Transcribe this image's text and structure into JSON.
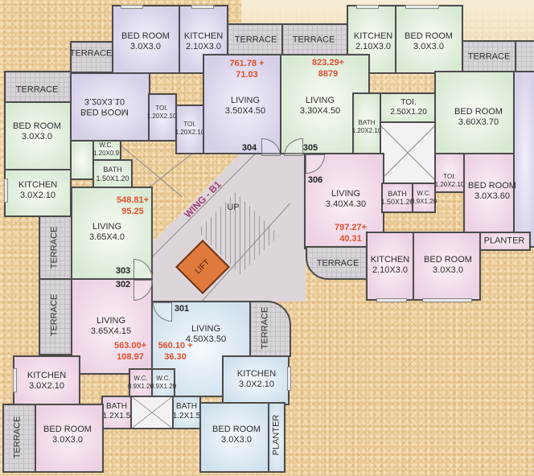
{
  "building": {
    "wing_label": "WING - B1",
    "stair_label": "UP",
    "lift_label": "LIFT",
    "accent_color": "#e0502d",
    "wing_color": "#a63a74",
    "lift_color": "#e07a3c"
  },
  "units": [
    {
      "number": "304",
      "area": "761.78 +\n71.03",
      "area_line1": "761.78 +",
      "area_line2": "71.03",
      "color": "purple",
      "rooms": [
        {
          "name": "BED ROOM",
          "size": "3.0X3.0"
        },
        {
          "name": "KITCHEN",
          "size": "2.10X3.0"
        },
        {
          "name": "TERRACE",
          "size": ""
        },
        {
          "name": "TERRACE",
          "size": ""
        },
        {
          "name": "BED ROOM",
          "size": "3.20X3.10",
          "mirrored": true
        },
        {
          "name": "TOI.",
          "size": "1.20X2.10"
        },
        {
          "name": "TOI.",
          "size": "1.20X2.10"
        },
        {
          "name": "LIVING",
          "size": "3.50X4.50"
        }
      ]
    },
    {
      "number": "305",
      "area_line1": "823.29+",
      "area_line2": "8879",
      "color": "green",
      "rooms": [
        {
          "name": "TERRACE",
          "size": ""
        },
        {
          "name": "KITCHEN",
          "size": "2.10X3.0"
        },
        {
          "name": "BED ROOM",
          "size": "3.0X3.0"
        },
        {
          "name": "TERRACE",
          "size": ""
        },
        {
          "name": "LIVING",
          "size": "3.30X4.50"
        },
        {
          "name": "BATH",
          "size": "1.20X2.10"
        },
        {
          "name": "TOI.",
          "size": "2.50X1.20"
        },
        {
          "name": "BED ROOM",
          "size": "3.60X3.70"
        }
      ]
    },
    {
      "number": "306",
      "area_line1": "797.27+",
      "area_line2": "40.31",
      "color": "pink",
      "rooms": [
        {
          "name": "LIVING",
          "size": "3.40X4.30"
        },
        {
          "name": "BATH",
          "size": "1.50X1.20"
        },
        {
          "name": "W.C.",
          "size": "0.9X1.20"
        },
        {
          "name": "TOI.",
          "size": "1.20X2.10"
        },
        {
          "name": "BED ROOM",
          "size": "3.0X3.60"
        },
        {
          "name": "PLANTER",
          "size": ""
        },
        {
          "name": "TERRACE",
          "size": ""
        },
        {
          "name": "KITCHEN",
          "size": "2.10X3.0"
        },
        {
          "name": "BED ROOM",
          "size": "3.0X3.0"
        }
      ]
    },
    {
      "number": "303",
      "area_line1": "548.81+",
      "area_line2": "95.25",
      "color": "green",
      "rooms": [
        {
          "name": "TERRACE",
          "size": ""
        },
        {
          "name": "BED ROOM",
          "size": "3.0X3.0"
        },
        {
          "name": "W.C.",
          "size": "1.20X0.9"
        },
        {
          "name": "BATH",
          "size": "1.50X1.20"
        },
        {
          "name": "KITCHEN",
          "size": "3.0X2.10"
        },
        {
          "name": "TERRACE",
          "size": ""
        },
        {
          "name": "LIVING",
          "size": "3.65X4.0"
        }
      ]
    },
    {
      "number": "302",
      "area_line1": "563.00+",
      "area_line2": "108.97",
      "color": "pink",
      "rooms": [
        {
          "name": "TERRACE",
          "size": ""
        },
        {
          "name": "LIVING",
          "size": "3.65X4.15"
        },
        {
          "name": "KITCHEN",
          "size": "3.0X2.10"
        },
        {
          "name": "W.C.",
          "size": "0.9X1.20"
        },
        {
          "name": "BATH",
          "size": "1.2X1.5"
        },
        {
          "name": "TERRACE",
          "size": ""
        },
        {
          "name": "BED ROOM",
          "size": "3.0X3.0"
        }
      ]
    },
    {
      "number": "301",
      "area_line1": "560.10 +",
      "area_line2": "36.30",
      "color": "blue",
      "rooms": [
        {
          "name": "LIVING",
          "size": "4.50X3.50"
        },
        {
          "name": "TERRACE",
          "size": ""
        },
        {
          "name": "W.C.",
          "size": "0.9X1.20"
        },
        {
          "name": "BATH",
          "size": "1.2X1.5"
        },
        {
          "name": "KITCHEN",
          "size": "3.0X2.10"
        },
        {
          "name": "BED ROOM",
          "size": "3.0X3.0"
        },
        {
          "name": "PLANTER",
          "size": ""
        }
      ]
    }
  ]
}
